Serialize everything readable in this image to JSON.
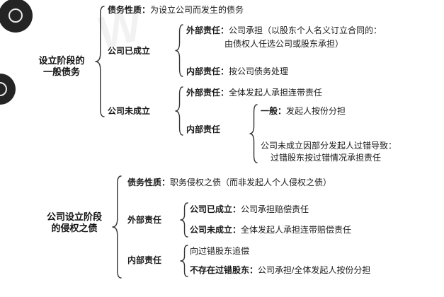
{
  "watermark": {
    "letter": "W"
  },
  "tree1": {
    "root": {
      "line1": "设立阶段的",
      "line2": "一般债务"
    },
    "debt_nature": {
      "label": "债务性质：",
      "text": "为设立公司而发生的债务"
    },
    "established": {
      "label": "公司已成立",
      "external": {
        "label": "外部责任：",
        "text": "公司承担（以股东个人名义订立合同的：",
        "text2": "由债权人任选公司或股东承担）"
      },
      "internal": {
        "label": "内部责任：",
        "text": "按公司债务处理"
      }
    },
    "not_established": {
      "label": "公司未成立",
      "external": {
        "label": "外部责任：",
        "text": "全体发起人承担连带责任"
      },
      "internal": {
        "label": "内部责任",
        "general": {
          "label": "一般：",
          "text": "发起人按份分担"
        },
        "fault": {
          "line1": "公司未成立因部分发起人过错导致：",
          "line2": "过错股东按过错情况承担责任"
        }
      }
    }
  },
  "tree2": {
    "root": {
      "line1": "公司设立阶段",
      "line2": "的侵权之债"
    },
    "debt_nature": {
      "label": "债务性质：",
      "text": "职务侵权之债（而非发起人个人侵权之债）"
    },
    "external": {
      "label": "外部责任",
      "established": {
        "label": "公司已成立：",
        "text": "公司承担赔偿责任"
      },
      "not_established": {
        "label": "公司未成立：",
        "text": "全体发起人承担连带赔偿责任"
      }
    },
    "internal": {
      "label": "内部责任",
      "recourse": "向过错股东追偿",
      "no_fault": {
        "label": "不存在过错股东：",
        "text": "公司承担/全体发起人按份分担"
      }
    }
  }
}
